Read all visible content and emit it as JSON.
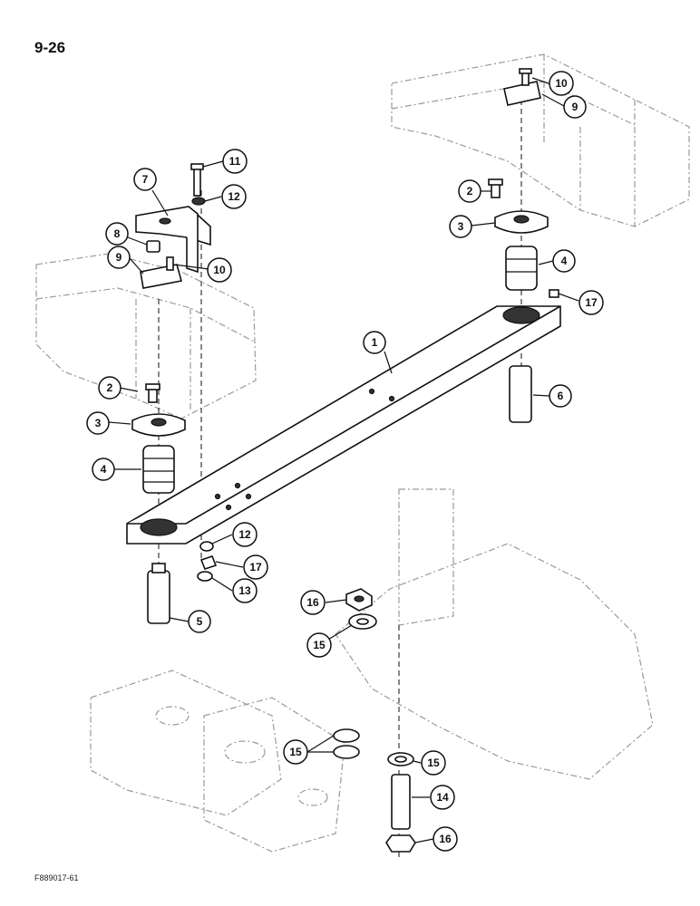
{
  "page_number": "9-26",
  "figure_code": "F889017-61",
  "callouts": [
    {
      "id": "c1",
      "label": "1"
    },
    {
      "id": "c2a",
      "label": "2"
    },
    {
      "id": "c2b",
      "label": "2"
    },
    {
      "id": "c3a",
      "label": "3"
    },
    {
      "id": "c3b",
      "label": "3"
    },
    {
      "id": "c4a",
      "label": "4"
    },
    {
      "id": "c4b",
      "label": "4"
    },
    {
      "id": "c5",
      "label": "5"
    },
    {
      "id": "c6",
      "label": "6"
    },
    {
      "id": "c7",
      "label": "7"
    },
    {
      "id": "c8",
      "label": "8"
    },
    {
      "id": "c9a",
      "label": "9"
    },
    {
      "id": "c9b",
      "label": "9"
    },
    {
      "id": "c10a",
      "label": "10"
    },
    {
      "id": "c10b",
      "label": "10"
    },
    {
      "id": "c11",
      "label": "11"
    },
    {
      "id": "c12a",
      "label": "12"
    },
    {
      "id": "c12b",
      "label": "12"
    },
    {
      "id": "c13",
      "label": "13"
    },
    {
      "id": "c14",
      "label": "14"
    },
    {
      "id": "c15a",
      "label": "15"
    },
    {
      "id": "c15b",
      "label": "15"
    },
    {
      "id": "c15c",
      "label": "15"
    },
    {
      "id": "c16a",
      "label": "16"
    },
    {
      "id": "c16b",
      "label": "16"
    },
    {
      "id": "c17a",
      "label": "17"
    },
    {
      "id": "c17b",
      "label": "17"
    }
  ]
}
